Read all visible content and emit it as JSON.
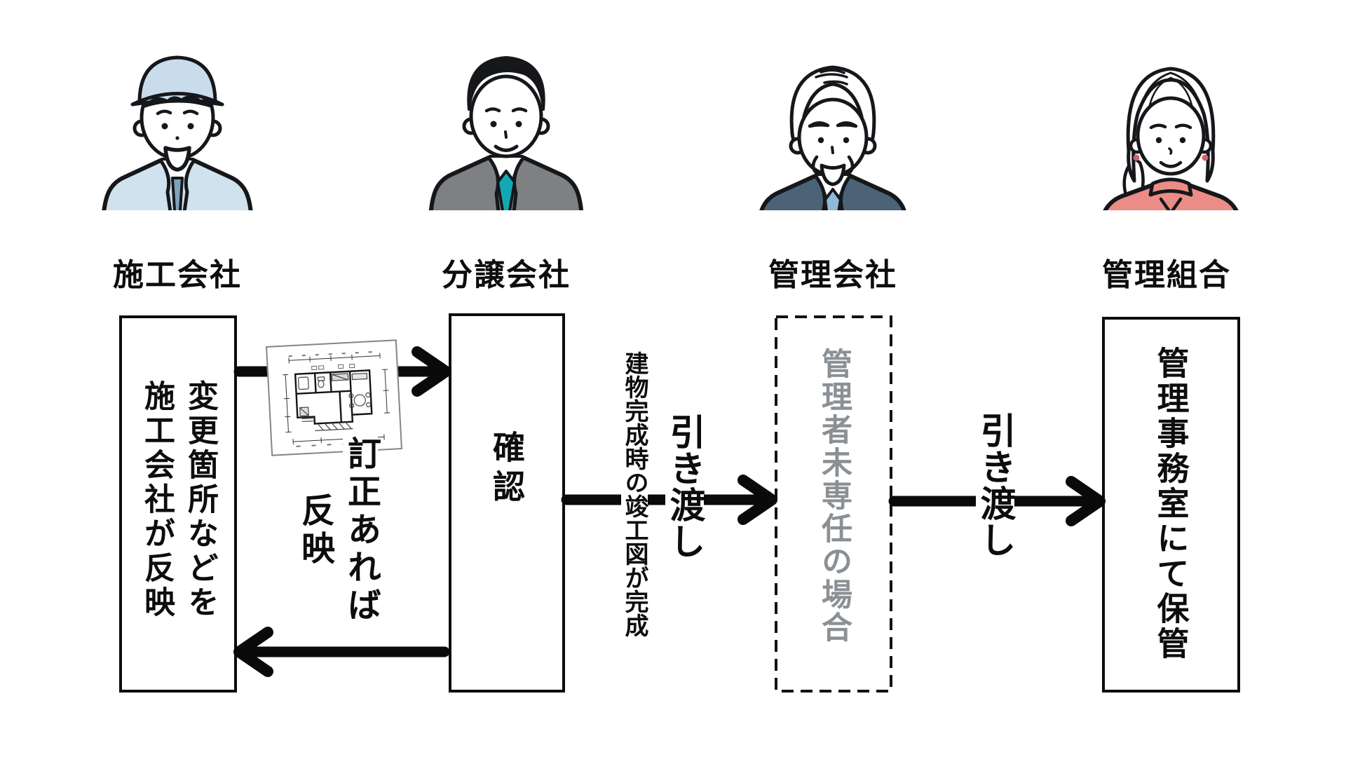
{
  "actors": [
    {
      "id": "construction",
      "label": "施工会社"
    },
    {
      "id": "seller",
      "label": "分譲会社"
    },
    {
      "id": "management_company",
      "label": "管理会社"
    },
    {
      "id": "association",
      "label": "管理組合"
    }
  ],
  "boxes": {
    "construction": "変更箇所などを\n施工会社が反映",
    "seller": "確認",
    "management_company": "管理者未専任の場合",
    "association": "管理事務室にて保管"
  },
  "annotations": {
    "revision_line1": "訂正あれば",
    "revision_line2": "反映",
    "completion_note": "建物完成時の竣工図が完成",
    "handover_1": "引き渡し",
    "handover_2": "引き渡し"
  },
  "colors": {
    "ink": "#0d0d0d",
    "cap_and_jacket_blue": "#cfe2ee",
    "cap_blue": "#c9dcec",
    "worker_tie_blue": "#7fa3bc",
    "seller_suit_gray": "#7e8081",
    "seller_tie_teal": "#14a8b4",
    "manager_suit_slate": "#4c6377",
    "manager_tie_lightblue": "#8fb9d4",
    "association_top_pink": "#ec8c86",
    "earring_red": "#d2636e",
    "muted_box_text_gray": "#8b9095"
  }
}
